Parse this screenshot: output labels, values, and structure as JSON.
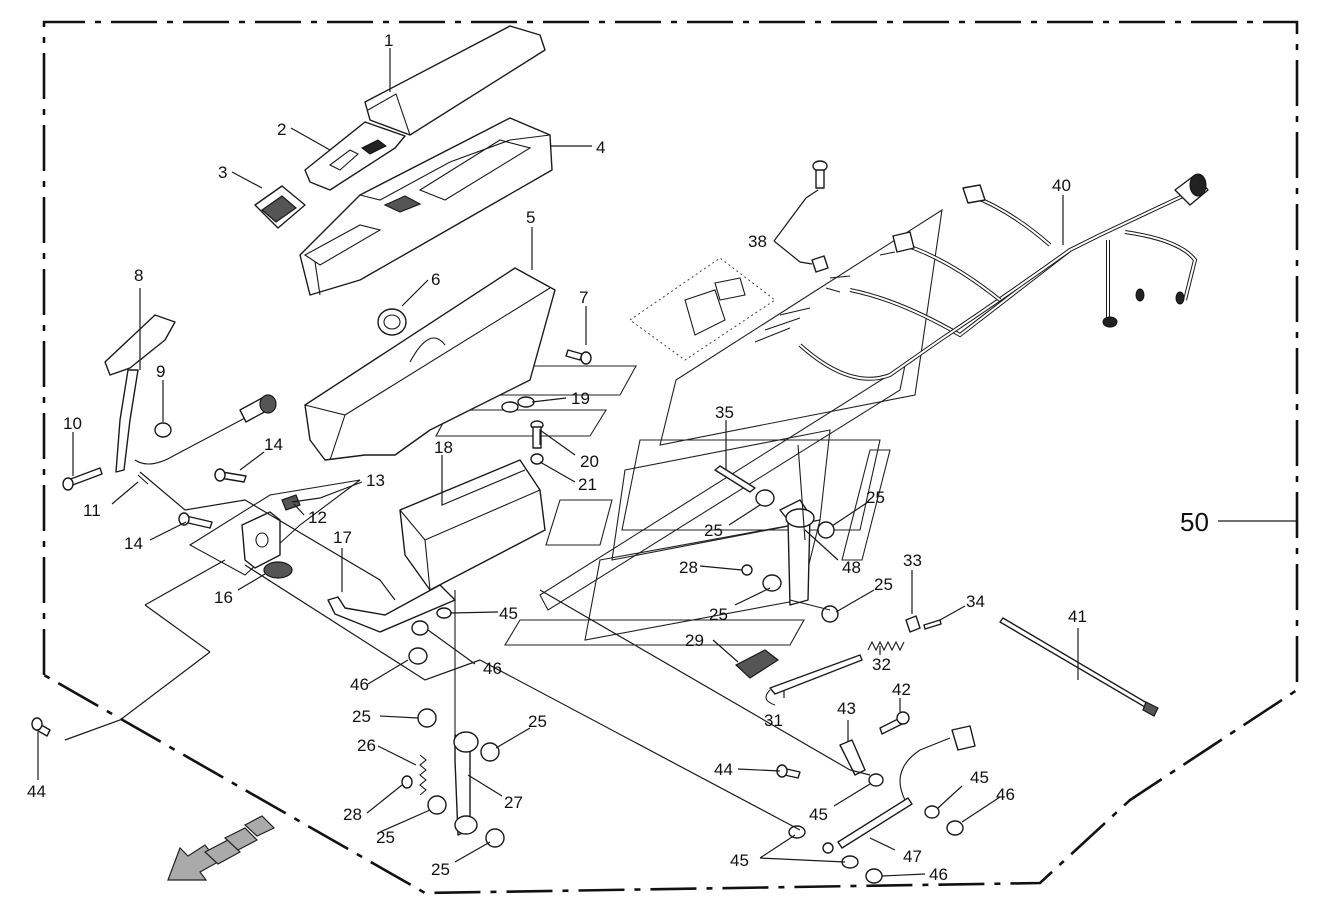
{
  "group_number": "50",
  "callouts": [
    "1",
    "2",
    "3",
    "4",
    "5",
    "6",
    "7",
    "8",
    "9",
    "10",
    "11",
    "12",
    "13",
    "14",
    "14",
    "16",
    "17",
    "18",
    "19",
    "20",
    "21",
    "25",
    "25",
    "25",
    "25",
    "25",
    "25",
    "25",
    "25",
    "26",
    "27",
    "28",
    "28",
    "29",
    "31",
    "32",
    "33",
    "34",
    "35",
    "38",
    "40",
    "41",
    "42",
    "43",
    "44",
    "44",
    "45",
    "45",
    "45",
    "45",
    "45",
    "46",
    "46",
    "46",
    "46",
    "47",
    "48"
  ]
}
